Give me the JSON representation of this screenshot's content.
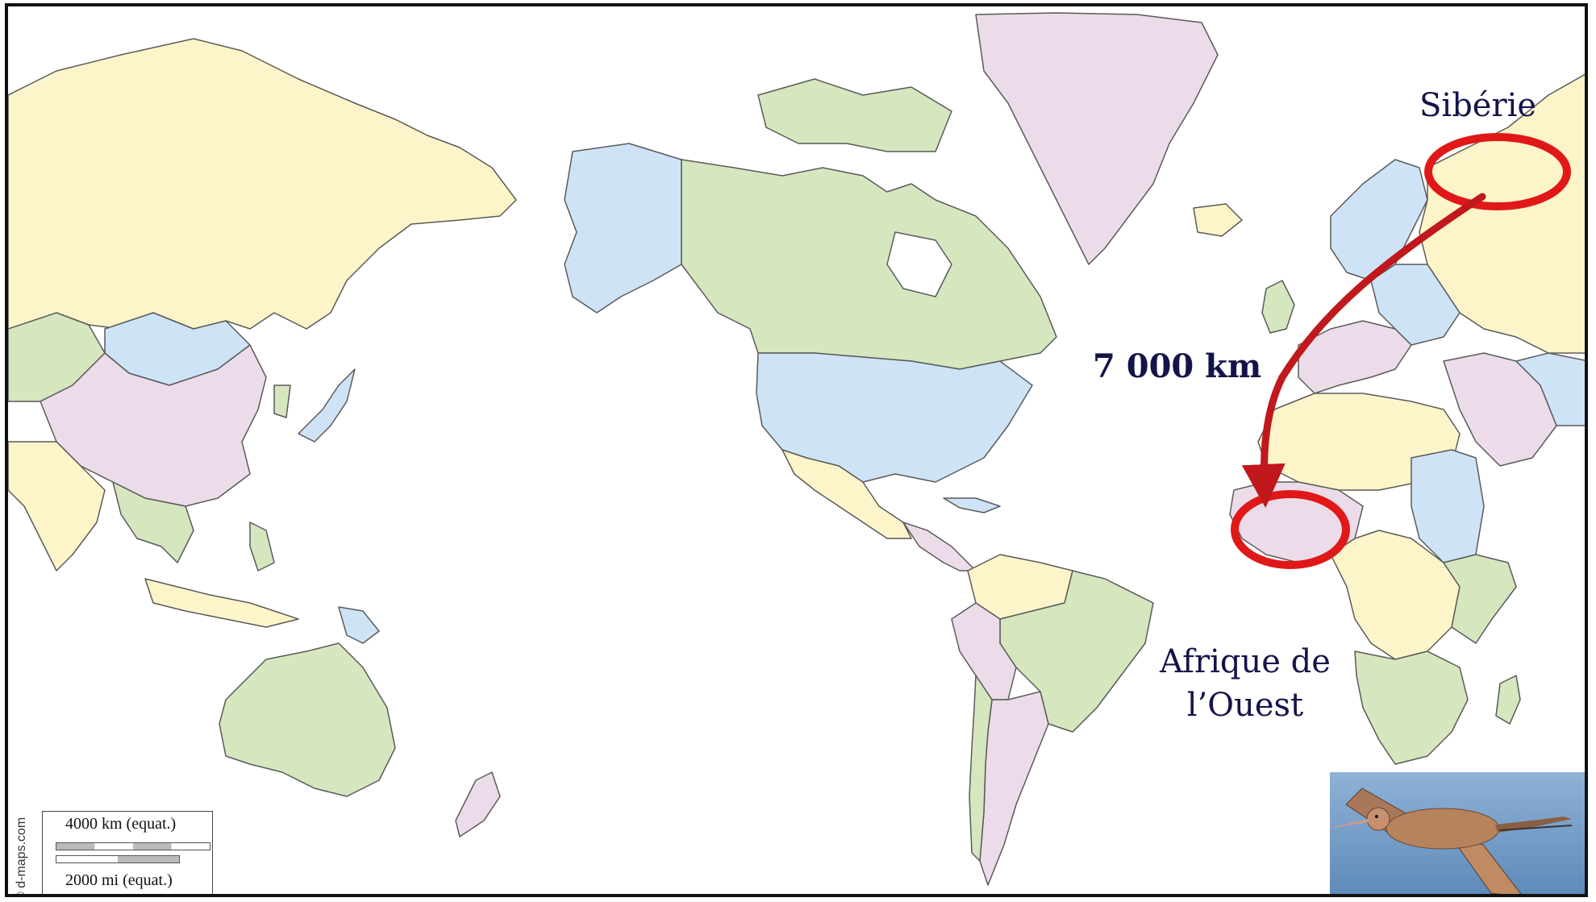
{
  "map": {
    "projection_note": "",
    "labels": {
      "origin": "Sibérie",
      "distance": "7 000 km",
      "destination_line1": "Afrique de",
      "destination_line2": "l’Ouest"
    },
    "scale": {
      "km_label": "4000 km (equat.)",
      "mi_label": "2000 mi (equat.)"
    },
    "credit": "© d-maps.com",
    "colors": {
      "country_yellow": "#fdf5c9",
      "country_green": "#d6e6bf",
      "country_blue": "#cfe3f7",
      "country_pink": "#ecdce9",
      "ocean": "#ffffff",
      "highlight_red": "#e01818",
      "arrow_red": "#c0181c",
      "label_navy": "#14144a"
    },
    "icons": {
      "bird_photo": "godwit-bird-in-flight"
    }
  }
}
